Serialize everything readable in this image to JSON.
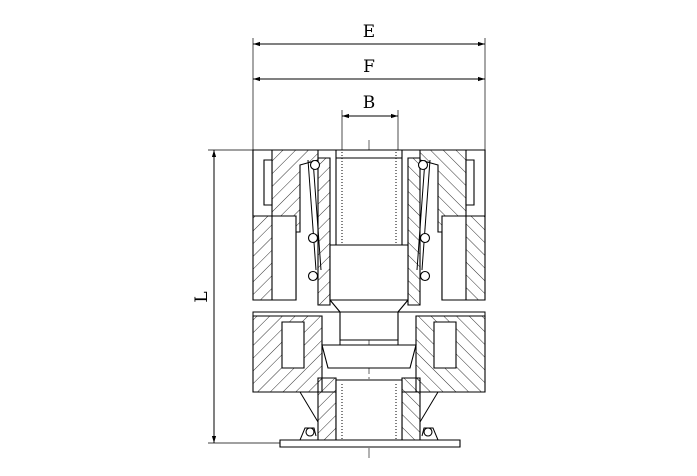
{
  "dimensions": {
    "e_label": "E",
    "f_label": "F",
    "b_label": "B",
    "l_label": "L"
  },
  "colors": {
    "line": "#000000",
    "background": "#ffffff"
  }
}
